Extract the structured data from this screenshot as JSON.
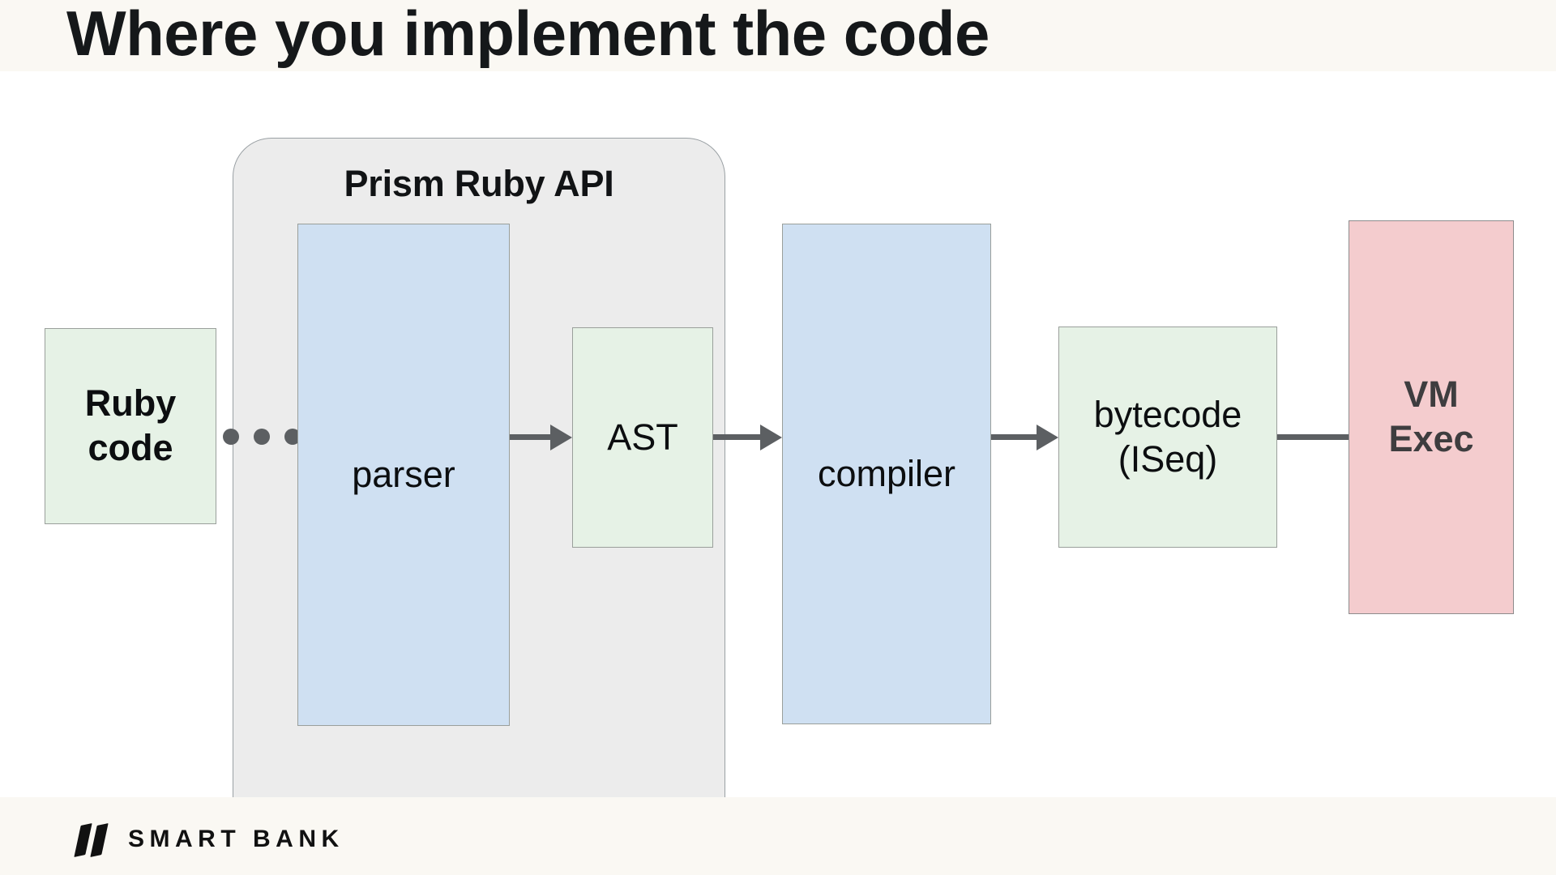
{
  "header": {
    "title": "Where you implement the code",
    "background": "#faf8f3"
  },
  "diagram": {
    "group": {
      "label": "Prism Ruby API",
      "fill": "#ececec",
      "stroke": "#9aa0a4"
    },
    "nodes": [
      {
        "id": "ruby-code",
        "label": "Ruby\ncode",
        "line1": "Ruby",
        "line2": "code",
        "fill": "#e6f2e6",
        "stroke": "#9a9f9b",
        "text_color": "#0c0e10"
      },
      {
        "id": "parser",
        "label": "parser",
        "line1": "parser",
        "line2": "",
        "fill": "#cfe0f2",
        "stroke": "#9a9f9b",
        "text_color": "#0c0e10"
      },
      {
        "id": "ast",
        "label": "AST",
        "line1": "AST",
        "line2": "",
        "fill": "#e6f2e6",
        "stroke": "#9a9f9b",
        "text_color": "#0c0e10"
      },
      {
        "id": "compiler",
        "label": "compiler",
        "line1": "compiler",
        "line2": "",
        "fill": "#cfe0f2",
        "stroke": "#9a9f9b",
        "text_color": "#0c0e10"
      },
      {
        "id": "bytecode",
        "label": "bytecode (ISeq)",
        "line1": "bytecode",
        "line2": "(ISeq)",
        "fill": "#e6f2e6",
        "stroke": "#9a9f9b",
        "text_color": "#0c0e10"
      },
      {
        "id": "vm-exec",
        "label": "VM Exec",
        "line1": "VM",
        "line2": "Exec",
        "fill": "#f4ccce",
        "stroke": "#8d8b8c",
        "text_color": "#3e3d3f"
      }
    ],
    "connectors": [
      {
        "from": "ruby-code",
        "to": "parser",
        "style": "dotted",
        "arrow": false
      },
      {
        "from": "parser",
        "to": "ast",
        "style": "solid",
        "arrow": true
      },
      {
        "from": "ast",
        "to": "compiler",
        "style": "solid",
        "arrow": true
      },
      {
        "from": "compiler",
        "to": "bytecode",
        "style": "solid",
        "arrow": true
      },
      {
        "from": "bytecode",
        "to": "vm-exec",
        "style": "solid",
        "arrow": false
      }
    ],
    "connector_color": "#5c5f62"
  },
  "footer": {
    "brand": "SMART BANK",
    "background": "#faf8f3",
    "logo_color": "#111111"
  }
}
